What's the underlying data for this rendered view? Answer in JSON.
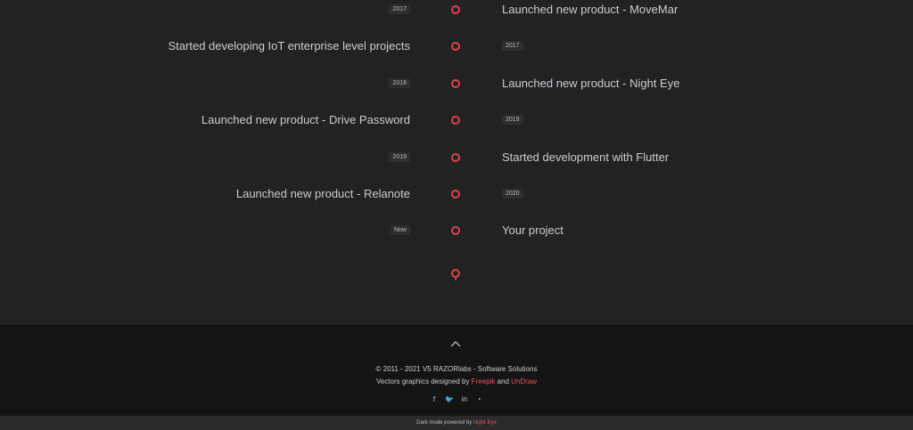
{
  "timeline": {
    "rows": [
      {
        "left_badge": "2017",
        "right_text": "Launched new product - MoveMar"
      },
      {
        "left_text": "Started developing IoT enterprise level projects",
        "right_badge": "2017"
      },
      {
        "left_badge": "2018",
        "right_text": "Launched new product - Night Eye"
      },
      {
        "left_text": "Launched new product - Drive Password",
        "right_badge": "2019"
      },
      {
        "left_badge": "2019",
        "right_text": "Started development with Flutter"
      },
      {
        "left_text": "Launched new product - Relanote",
        "right_badge": "2020"
      },
      {
        "left_badge": "Now",
        "right_text": "Your project"
      }
    ]
  },
  "footer": {
    "copyright": "© 2011 - 2021 V5 RAZORlabs - Software Solutions",
    "vectors_prefix": "Vectors graphics designed by ",
    "freepik": "Freepik",
    "and": " and ",
    "undraw": "UnDraw",
    "social": {
      "facebook_icon": "f",
      "twitter_icon": "🐦",
      "linkedin_icon": "in",
      "github_icon": "◔"
    }
  },
  "darkmode": {
    "prefix": "Dark mode powered by ",
    "link": "Night Eye"
  },
  "colors": {
    "accent": "#e0404a",
    "background": "#222222",
    "footer": "#141414"
  }
}
